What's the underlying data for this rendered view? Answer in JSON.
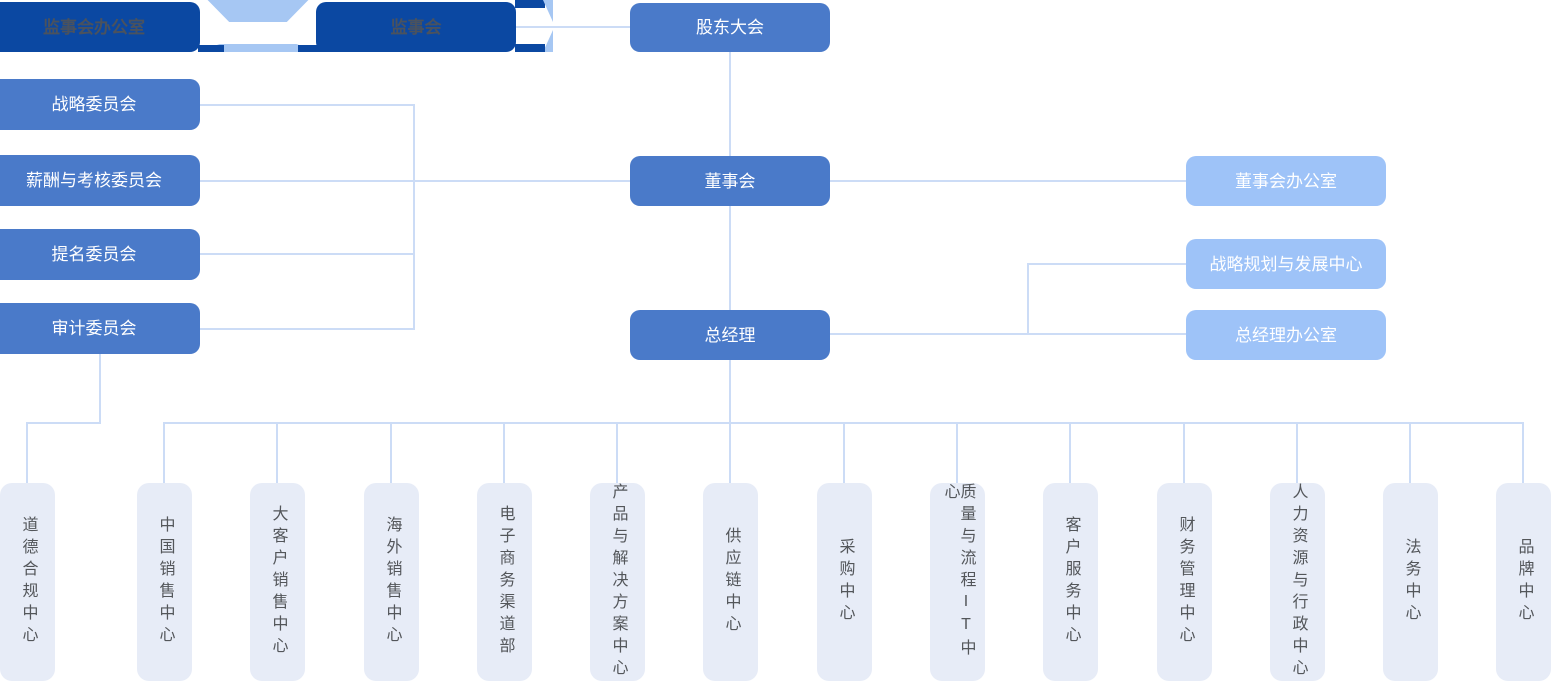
{
  "palette": {
    "navy": "#0b48a2",
    "blue": "#4a7ac9",
    "light_blue": "#9ec3f8",
    "connector_line": "#ccdcf6",
    "decoration_blue": "#a6c7f3",
    "department_fill": "#e7ecf7",
    "department_text": "#53565a"
  },
  "nodes": {
    "supervisory_office": "监事会办公室",
    "supervisory_board": "监事会",
    "shareholders_meeting": "股东大会",
    "board": "董事会",
    "general_manager": "总经理",
    "board_office": "董事会办公室",
    "strategy_center": "战略规划与发展中心",
    "gm_office": "总经理办公室"
  },
  "committees": [
    "战略委员会",
    "薪酬与考核委员会",
    "提名委员会",
    "审计委员会"
  ],
  "departments": [
    "道德合规中心",
    "中国销售中心",
    "大客户销售中心",
    "海外销售中心",
    "电子商务渠道部",
    "产品与解决方案中心",
    "供应链中心",
    "采购中心",
    "质量与流程IT中心",
    "客户服务中心",
    "财务管理中心",
    "人力资源与行政中心",
    "法务中心",
    "品牌中心"
  ]
}
